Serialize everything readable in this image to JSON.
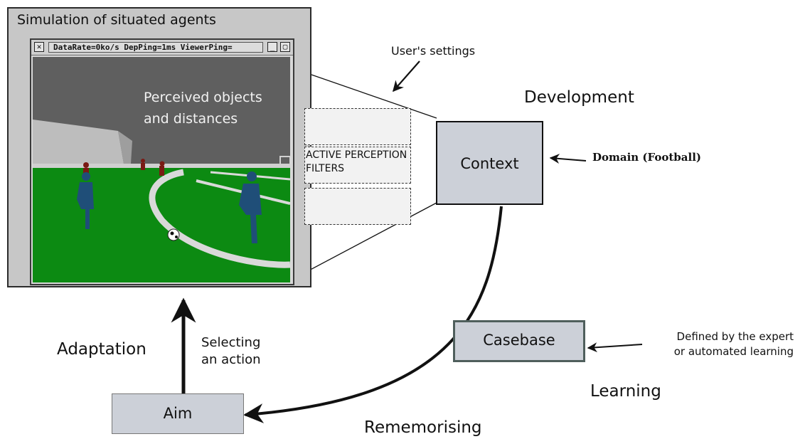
{
  "simulation": {
    "title": "Simulation of situated agents",
    "viewer_status": "DataRate=0ko/s  DepPing=1ms  ViewerPing=",
    "scene_caption_line1": "Perceived objects",
    "scene_caption_line2": "and distances"
  },
  "filters": {
    "label_line1": "ACTIVE PERCEPTION",
    "label_line2": "FILTERS"
  },
  "labels": {
    "users_settings": "User's settings",
    "development": "Development",
    "domain": "Domain (Football)",
    "adaptation": "Adaptation",
    "selecting_line1": "Selecting",
    "selecting_line2": "an action",
    "expert_line1": "Defined by the expert",
    "expert_line2": "or automated learning",
    "learning": "Learning",
    "rememorising": "Rememorising"
  },
  "boxes": {
    "context": "Context",
    "casebase": "Casebase",
    "aim": "Aim"
  },
  "colors": {
    "box_fill": "#ccd0d8",
    "field_green": "#0c8a12",
    "sky_gray": "#5f5f5f",
    "panel_gray": "#c7c7c7",
    "casebase_border": "#4f5f5c"
  }
}
